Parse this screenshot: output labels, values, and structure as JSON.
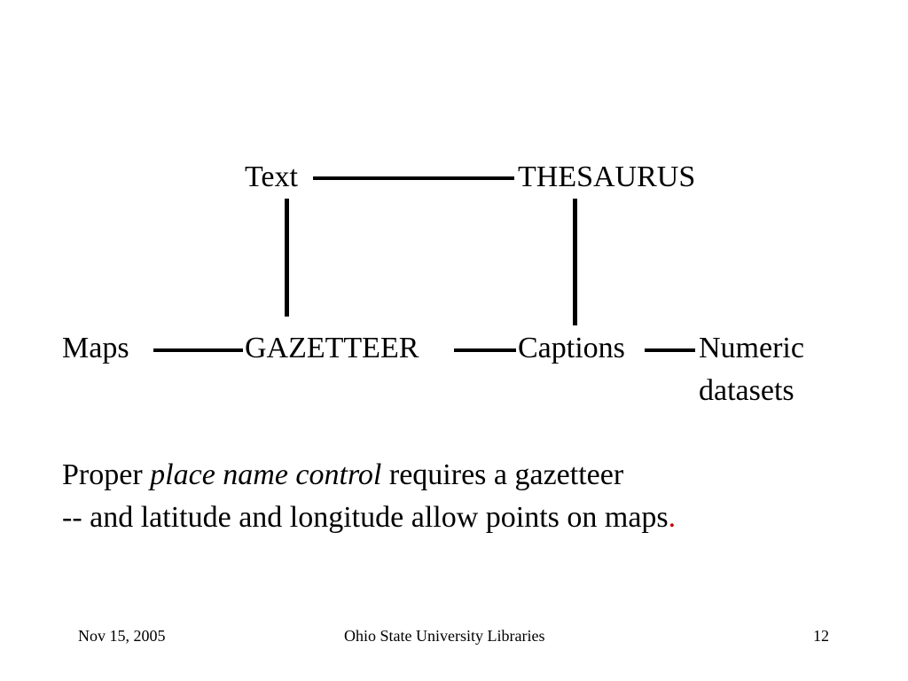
{
  "diagram": {
    "nodes": {
      "text": "Text",
      "thesaurus": "THESAURUS",
      "maps": "Maps",
      "gazetteer": "GAZETTEER",
      "captions": "Captions",
      "numeric_line1": "Numeric",
      "numeric_line2": "datasets"
    }
  },
  "body": {
    "line1_start": "Proper ",
    "line1_emphasis": "place name control",
    "line1_end": " requires a gazetteer",
    "line2_text": " -- and latitude and longitude allow points on maps",
    "line2_period": ".",
    "period_color": "#cc0000"
  },
  "footer": {
    "date": "Nov 15, 2005",
    "organization": "Ohio State University Libraries",
    "page_number": "12"
  }
}
